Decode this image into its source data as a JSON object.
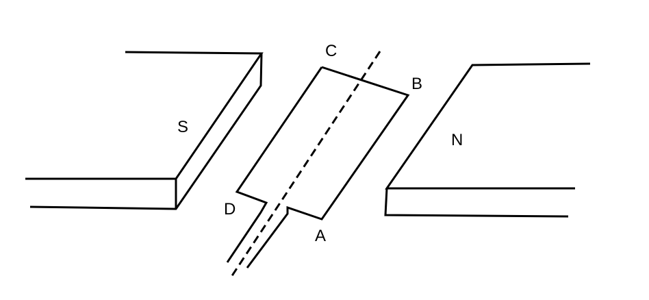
{
  "labels": {
    "south_pole": "S",
    "north_pole": "N",
    "corner_a": "A",
    "corner_b": "B",
    "corner_c": "C",
    "corner_d": "D"
  },
  "colors": {
    "line": "#000000",
    "background": "#ffffff"
  }
}
